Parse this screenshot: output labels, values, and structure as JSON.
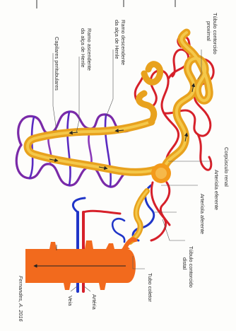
{
  "labels": {
    "proximal_tubule_1": "Túbulo contorcido",
    "proximal_tubule_2": "proximal",
    "descending_limb_1": "Ramo descendente",
    "descending_limb_2": "da alça de Henle",
    "ascending_limb_1": "Ramo ascendente",
    "ascending_limb_2": "da alça de Henle",
    "capillaries": "Capilares peritubulares",
    "renal_corpuscle": "Corpúsculo renal",
    "efferent_arteriole": "Arteríola eferente",
    "afferent_arteriole": "Arteríola aferente",
    "distal_tubule_1": "Túbulo contorcido",
    "distal_tubule_2": "distal",
    "collecting_duct": "Tubo coletor",
    "artery": "Artéria",
    "vein": "Veia",
    "credit": "Fernandes, A. 2016"
  },
  "colors": {
    "tubule": "#e8a21e",
    "tubule_core": "#f4c84a",
    "collecting": "#f26a1d",
    "artery": "#d6202a",
    "vein": "#2035c8",
    "capillary": "#7a2aa8"
  }
}
